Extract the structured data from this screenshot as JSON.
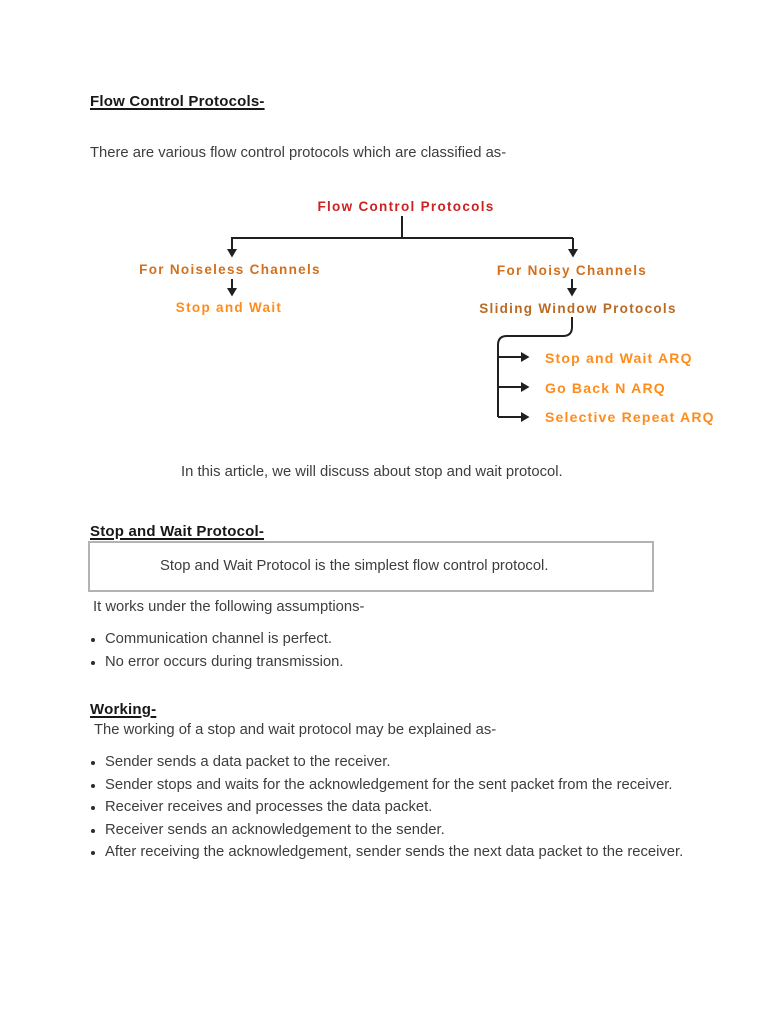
{
  "doc": {
    "heading_flow": "Flow Control Protocols-",
    "intro": "There are various flow control protocols which are classified as-",
    "diagram": {
      "root": "Flow Control Protocols",
      "left_branch": "For Noiseless Channels",
      "left_leaf": "Stop and Wait",
      "right_branch": "For Noisy Channels",
      "right_group": "Sliding Window Protocols",
      "arq_items": [
        "Stop and Wait ARQ",
        "Go Back N ARQ",
        "Selective Repeat ARQ"
      ],
      "colors": {
        "root": "#cc2222",
        "branch": "#d2701e",
        "group": "#b96a24",
        "leaf": "#ff8c1a",
        "line": "#202020"
      }
    },
    "article_note": "In this article, we will discuss about stop and wait protocol.",
    "heading_stop_wait": "Stop and Wait Protocol-",
    "definition": "Stop and Wait Protocol is the simplest flow control protocol.",
    "assumptions_intro": "It works under the following assumptions-",
    "assumptions": [
      "Communication channel is perfect.",
      "No error occurs during transmission."
    ],
    "heading_working": "Working-",
    "working_intro": "The working of a stop and wait protocol may be explained as-",
    "working_steps": [
      "Sender sends a data packet to the receiver.",
      "Sender stops and waits for the acknowledgement for the sent packet from the receiver.",
      "Receiver receives and processes the data packet.",
      "Receiver sends an acknowledgement to the sender.",
      "After receiving the acknowledgement, sender sends the next data packet to the receiver."
    ]
  }
}
